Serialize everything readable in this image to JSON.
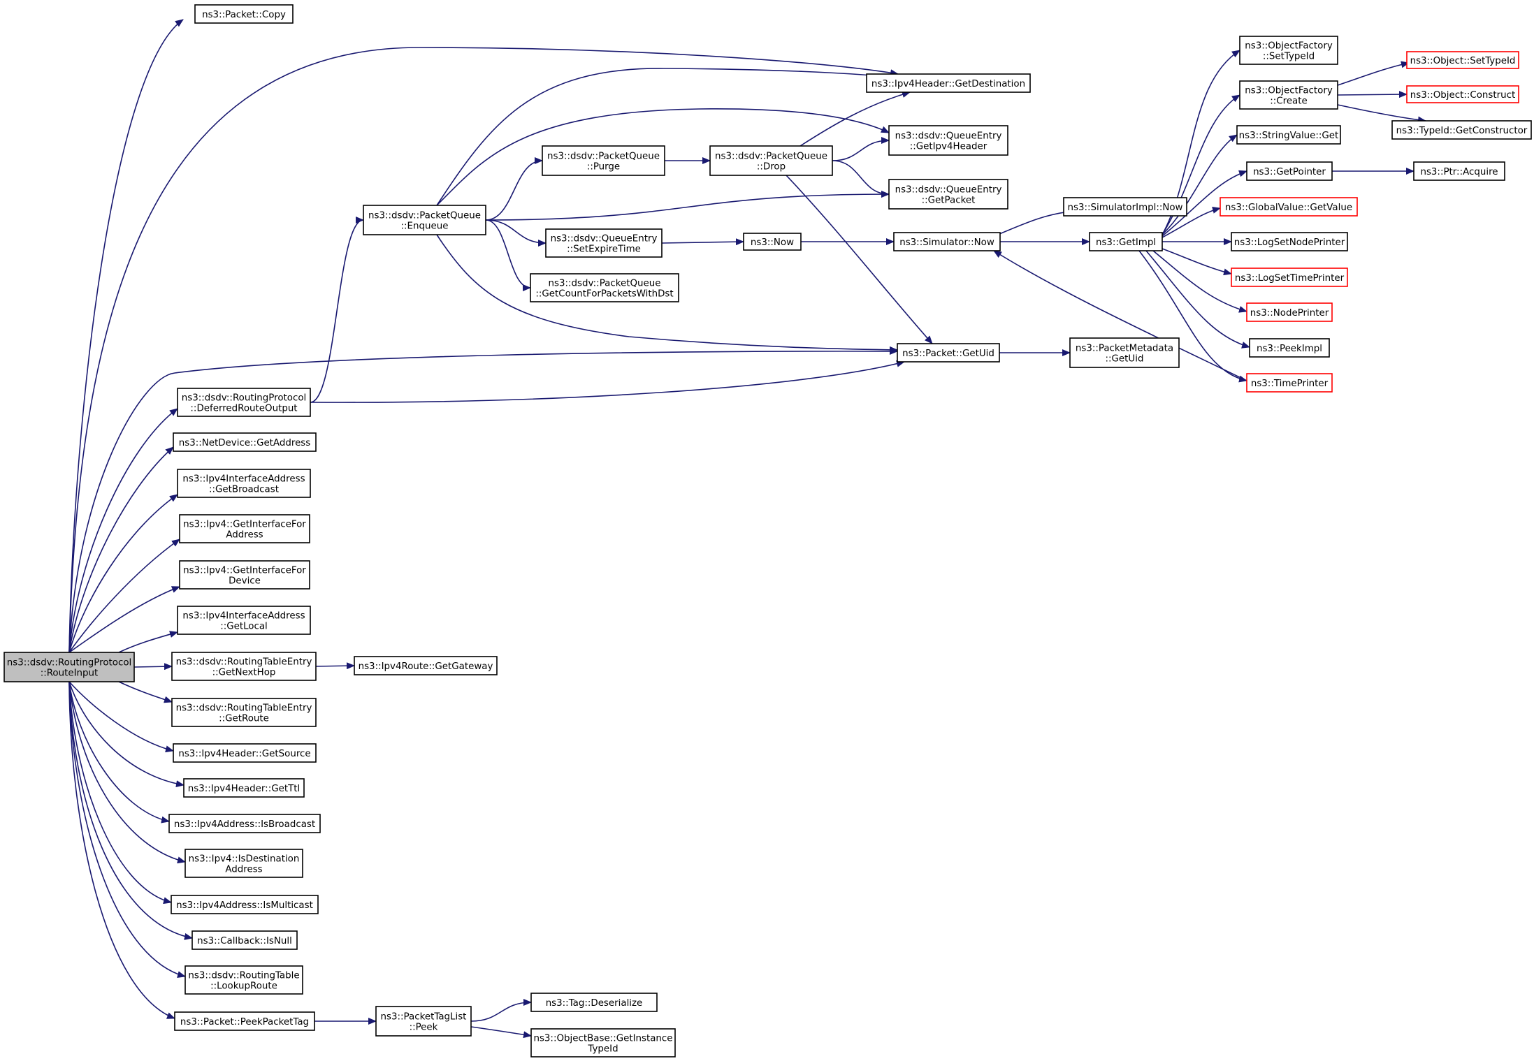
{
  "diagram": {
    "edge_color": "#191970",
    "external_border_color": "#ff0000",
    "root_fill": "#bfbfbf",
    "nodes": [
      {
        "id": "RouteInput",
        "lines": [
          "ns3::dsdv::RoutingProtocol",
          "::RouteInput"
        ],
        "root": true
      },
      {
        "id": "PacketCopy",
        "lines": [
          "ns3::Packet::Copy"
        ]
      },
      {
        "id": "GetDestination",
        "lines": [
          "ns3::Ipv4Header::GetDestination"
        ]
      },
      {
        "id": "Enqueue",
        "lines": [
          "ns3::dsdv::PacketQueue",
          "::Enqueue"
        ]
      },
      {
        "id": "Purge",
        "lines": [
          "ns3::dsdv::PacketQueue",
          "::Purge"
        ]
      },
      {
        "id": "Drop",
        "lines": [
          "ns3::dsdv::PacketQueue",
          "::Drop"
        ]
      },
      {
        "id": "GetIpv4Header",
        "lines": [
          "ns3::dsdv::QueueEntry",
          "::GetIpv4Header"
        ]
      },
      {
        "id": "GetPacket",
        "lines": [
          "ns3::dsdv::QueueEntry",
          "::GetPacket"
        ]
      },
      {
        "id": "SetExpireTime",
        "lines": [
          "ns3::dsdv::QueueEntry",
          "::SetExpireTime"
        ]
      },
      {
        "id": "GetCountForPacketsWithDst",
        "lines": [
          "ns3::dsdv::PacketQueue",
          "::GetCountForPacketsWithDst"
        ]
      },
      {
        "id": "Now",
        "lines": [
          "ns3::Now"
        ]
      },
      {
        "id": "SimulatorNow",
        "lines": [
          "ns3::Simulator::Now"
        ]
      },
      {
        "id": "SimulatorImplNow",
        "lines": [
          "ns3::SimulatorImpl::Now"
        ]
      },
      {
        "id": "GetImpl",
        "lines": [
          "ns3::GetImpl"
        ]
      },
      {
        "id": "OFSetTypeId",
        "lines": [
          "ns3::ObjectFactory",
          "::SetTypeId"
        ]
      },
      {
        "id": "OFCreate",
        "lines": [
          "ns3::ObjectFactory",
          "::Create"
        ]
      },
      {
        "id": "ObjSetTypeId",
        "lines": [
          "ns3::Object::SetTypeId"
        ],
        "external": true
      },
      {
        "id": "ObjConstruct",
        "lines": [
          "ns3::Object::Construct"
        ],
        "external": true
      },
      {
        "id": "GetConstructor",
        "lines": [
          "ns3::TypeId::GetConstructor"
        ]
      },
      {
        "id": "StringValueGet",
        "lines": [
          "ns3::StringValue::Get"
        ]
      },
      {
        "id": "GetPointer",
        "lines": [
          "ns3::GetPointer"
        ]
      },
      {
        "id": "PtrAcquire",
        "lines": [
          "ns3::Ptr::Acquire"
        ]
      },
      {
        "id": "GlobalValueGetValue",
        "lines": [
          "ns3::GlobalValue::GetValue"
        ],
        "external": true
      },
      {
        "id": "LogSetNodePrinter",
        "lines": [
          "ns3::LogSetNodePrinter"
        ]
      },
      {
        "id": "LogSetTimePrinter",
        "lines": [
          "ns3::LogSetTimePrinter"
        ],
        "external": true
      },
      {
        "id": "NodePrinter",
        "lines": [
          "ns3::NodePrinter"
        ],
        "external": true
      },
      {
        "id": "PeekImpl",
        "lines": [
          "ns3::PeekImpl"
        ]
      },
      {
        "id": "TimePrinter",
        "lines": [
          "ns3::TimePrinter"
        ],
        "external": true
      },
      {
        "id": "PacketGetUid",
        "lines": [
          "ns3::Packet::GetUid"
        ]
      },
      {
        "id": "PacketMetadataGetUid",
        "lines": [
          "ns3::PacketMetadata",
          "::GetUid"
        ]
      },
      {
        "id": "DeferredRouteOutput",
        "lines": [
          "ns3::dsdv::RoutingProtocol",
          "::DeferredRouteOutput"
        ]
      },
      {
        "id": "NetDeviceGetAddress",
        "lines": [
          "ns3::NetDevice::GetAddress"
        ]
      },
      {
        "id": "GetBroadcast",
        "lines": [
          "ns3::Ipv4InterfaceAddress",
          "::GetBroadcast"
        ]
      },
      {
        "id": "GetInterfaceForAddress",
        "lines": [
          "ns3::Ipv4::GetInterfaceFor",
          "Address"
        ]
      },
      {
        "id": "GetInterfaceForDevice",
        "lines": [
          "ns3::Ipv4::GetInterfaceFor",
          "Device"
        ]
      },
      {
        "id": "GetLocal",
        "lines": [
          "ns3::Ipv4InterfaceAddress",
          "::GetLocal"
        ]
      },
      {
        "id": "GetNextHop",
        "lines": [
          "ns3::dsdv::RoutingTableEntry",
          "::GetNextHop"
        ]
      },
      {
        "id": "GetGateway",
        "lines": [
          "ns3::Ipv4Route::GetGateway"
        ]
      },
      {
        "id": "GetRoute",
        "lines": [
          "ns3::dsdv::RoutingTableEntry",
          "::GetRoute"
        ]
      },
      {
        "id": "GetSource",
        "lines": [
          "ns3::Ipv4Header::GetSource"
        ]
      },
      {
        "id": "GetTtl",
        "lines": [
          "ns3::Ipv4Header::GetTtl"
        ]
      },
      {
        "id": "IsBroadcast",
        "lines": [
          "ns3::Ipv4Address::IsBroadcast"
        ]
      },
      {
        "id": "IsDestinationAddress",
        "lines": [
          "ns3::Ipv4::IsDestination",
          "Address"
        ]
      },
      {
        "id": "IsMulticast",
        "lines": [
          "ns3::Ipv4Address::IsMulticast"
        ]
      },
      {
        "id": "IsNull",
        "lines": [
          "ns3::Callback::IsNull"
        ]
      },
      {
        "id": "LookupRoute",
        "lines": [
          "ns3::dsdv::RoutingTable",
          "::LookupRoute"
        ]
      },
      {
        "id": "PeekPacketTag",
        "lines": [
          "ns3::Packet::PeekPacketTag"
        ]
      },
      {
        "id": "PacketTagListPeek",
        "lines": [
          "ns3::PacketTagList",
          "::Peek"
        ]
      },
      {
        "id": "TagDeserialize",
        "lines": [
          "ns3::Tag::Deserialize"
        ]
      },
      {
        "id": "GetInstanceTypeId",
        "lines": [
          "ns3::ObjectBase::GetInstance",
          "TypeId"
        ]
      }
    ],
    "edges": [
      [
        "RouteInput",
        "PacketCopy"
      ],
      [
        "RouteInput",
        "GetDestination"
      ],
      [
        "RouteInput",
        "PacketGetUid"
      ],
      [
        "RouteInput",
        "DeferredRouteOutput"
      ],
      [
        "RouteInput",
        "NetDeviceGetAddress"
      ],
      [
        "RouteInput",
        "GetBroadcast"
      ],
      [
        "RouteInput",
        "GetInterfaceForAddress"
      ],
      [
        "RouteInput",
        "GetInterfaceForDevice"
      ],
      [
        "RouteInput",
        "GetLocal"
      ],
      [
        "RouteInput",
        "GetNextHop"
      ],
      [
        "RouteInput",
        "GetRoute"
      ],
      [
        "RouteInput",
        "GetSource"
      ],
      [
        "RouteInput",
        "GetTtl"
      ],
      [
        "RouteInput",
        "IsBroadcast"
      ],
      [
        "RouteInput",
        "IsDestinationAddress"
      ],
      [
        "RouteInput",
        "IsMulticast"
      ],
      [
        "RouteInput",
        "IsNull"
      ],
      [
        "RouteInput",
        "LookupRoute"
      ],
      [
        "RouteInput",
        "PeekPacketTag"
      ],
      [
        "DeferredRouteOutput",
        "Enqueue"
      ],
      [
        "DeferredRouteOutput",
        "PacketGetUid"
      ],
      [
        "Enqueue",
        "GetDestination"
      ],
      [
        "Enqueue",
        "GetIpv4Header"
      ],
      [
        "Enqueue",
        "Purge"
      ],
      [
        "Enqueue",
        "GetPacket"
      ],
      [
        "Enqueue",
        "SetExpireTime"
      ],
      [
        "Enqueue",
        "GetCountForPacketsWithDst"
      ],
      [
        "Enqueue",
        "PacketGetUid"
      ],
      [
        "Purge",
        "Drop"
      ],
      [
        "Drop",
        "GetDestination"
      ],
      [
        "Drop",
        "GetIpv4Header"
      ],
      [
        "Drop",
        "GetPacket"
      ],
      [
        "Drop",
        "PacketGetUid"
      ],
      [
        "SetExpireTime",
        "Now"
      ],
      [
        "Now",
        "SimulatorNow"
      ],
      [
        "SimulatorNow",
        "SimulatorImplNow"
      ],
      [
        "SimulatorNow",
        "GetImpl"
      ],
      [
        "GetImpl",
        "OFSetTypeId"
      ],
      [
        "GetImpl",
        "OFCreate"
      ],
      [
        "GetImpl",
        "StringValueGet"
      ],
      [
        "GetImpl",
        "GetPointer"
      ],
      [
        "GetImpl",
        "GlobalValueGetValue"
      ],
      [
        "GetImpl",
        "LogSetNodePrinter"
      ],
      [
        "GetImpl",
        "LogSetTimePrinter"
      ],
      [
        "GetImpl",
        "NodePrinter"
      ],
      [
        "GetImpl",
        "PeekImpl"
      ],
      [
        "GetImpl",
        "TimePrinter"
      ],
      [
        "TimePrinter",
        "SimulatorNow"
      ],
      [
        "OFCreate",
        "ObjSetTypeId"
      ],
      [
        "OFCreate",
        "ObjConstruct"
      ],
      [
        "OFCreate",
        "GetConstructor"
      ],
      [
        "GetPointer",
        "PtrAcquire"
      ],
      [
        "PacketGetUid",
        "PacketMetadataGetUid"
      ],
      [
        "GetNextHop",
        "GetGateway"
      ],
      [
        "PeekPacketTag",
        "PacketTagListPeek"
      ],
      [
        "PacketTagListPeek",
        "TagDeserialize"
      ],
      [
        "PacketTagListPeek",
        "GetInstanceTypeId"
      ]
    ]
  }
}
